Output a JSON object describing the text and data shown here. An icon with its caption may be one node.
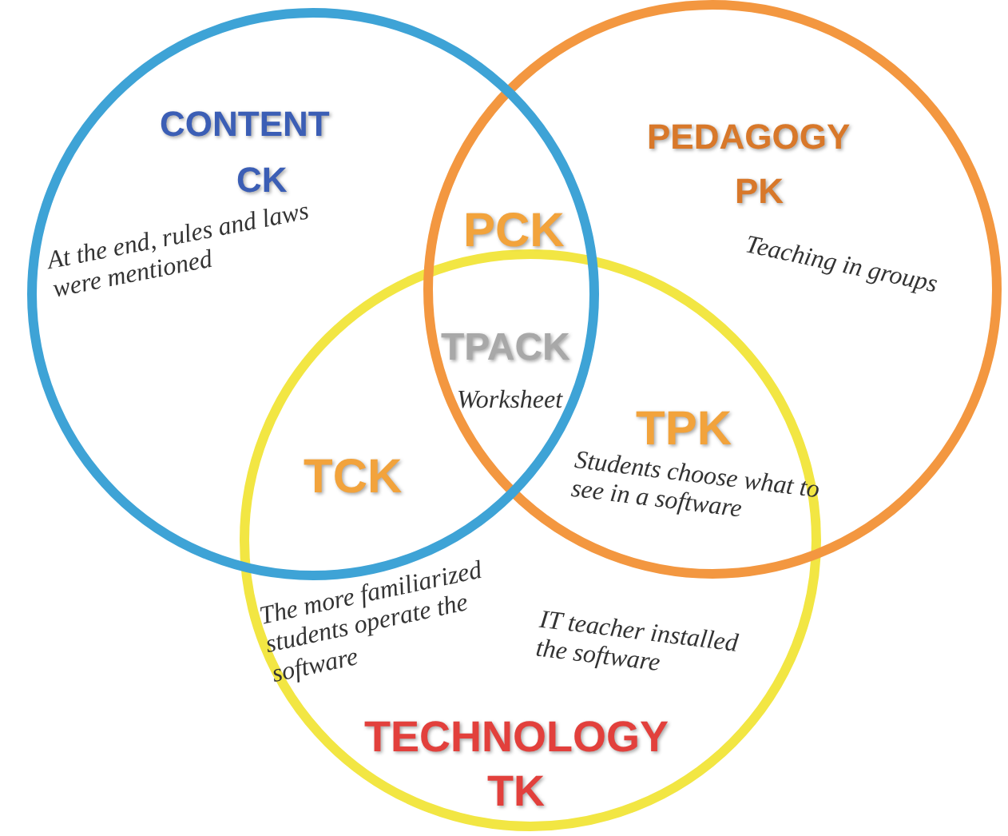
{
  "diagram": {
    "nodes": [
      {
        "text": [
          "CONTENT",
          "CK",
          "At the end, rules and laws were mentioned"
        ]
      },
      {
        "text": [
          "PEDAGOGY",
          "PK",
          "Teaching in groups"
        ]
      },
      {
        "text": [
          "IT teacher installed the software",
          "TECHNOLOGY",
          "TK"
        ]
      }
    ],
    "labels": [
      "PCK",
      "TPACK",
      "Worksheet",
      "TPK",
      "TCK",
      "Students choose what to see in a software",
      "The more familiarized students operate the software"
    ]
  }
}
